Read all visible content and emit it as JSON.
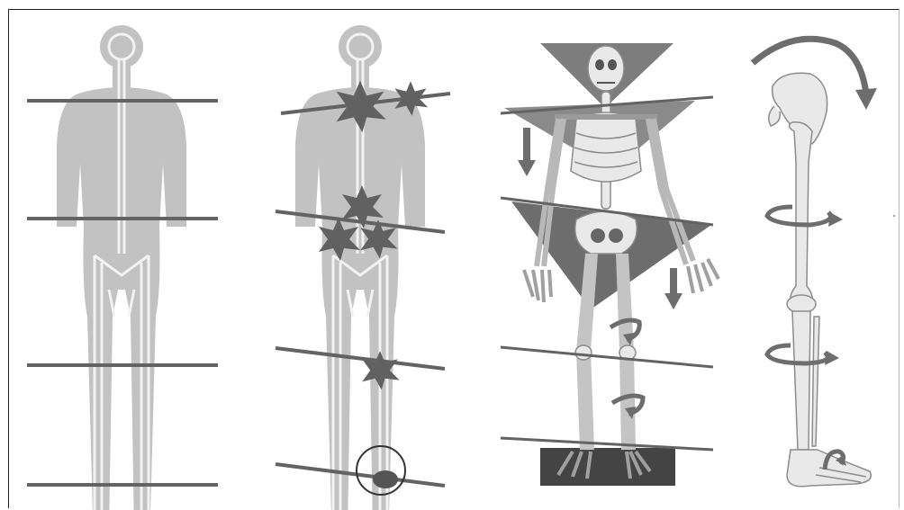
{
  "figure": {
    "panels": [
      {
        "id": "panel-1",
        "content": "body-silhouette-with-balance-lines"
      },
      {
        "id": "panel-2",
        "content": "body-silhouette-with-pain-stars"
      },
      {
        "id": "panel-3",
        "content": "skeleton-with-tilted-planes"
      },
      {
        "id": "panel-4",
        "content": "leg-bones-with-rotation-arrows"
      }
    ],
    "colors": {
      "silhouette": "#c2c2c2",
      "outline_light": "#f2f2f2",
      "line": "#636363",
      "star": "#616161",
      "triangle": "#7d7d7d",
      "bone": "#e9e9e9",
      "bone_edge": "#8c8c8c",
      "arrow": "#6d6d6d",
      "block": "#444444"
    },
    "icons": [
      "pain-star-icon",
      "rotation-arrow-icon",
      "down-arrow-icon",
      "focus-circle-icon"
    ]
  }
}
